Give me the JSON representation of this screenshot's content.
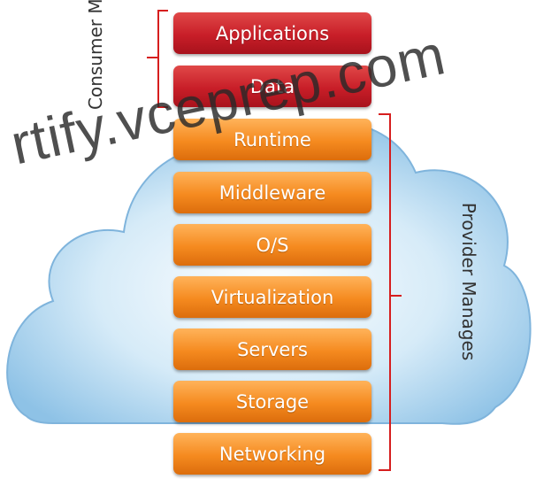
{
  "consumer": {
    "label": "Consumer Manages",
    "layers": [
      "Applications",
      "Data"
    ]
  },
  "provider": {
    "label": "Provider Manages",
    "layers": [
      "Runtime",
      "Middleware",
      "O/S",
      "Virtualization",
      "Servers",
      "Storage",
      "Networking"
    ]
  },
  "watermark": "rtify.vceprep.com",
  "colors": {
    "consumer_layer": "#c81e28",
    "provider_layer": "#f58a1f",
    "bracket": "#d61e1e",
    "cloud": "#9fcbe8"
  }
}
